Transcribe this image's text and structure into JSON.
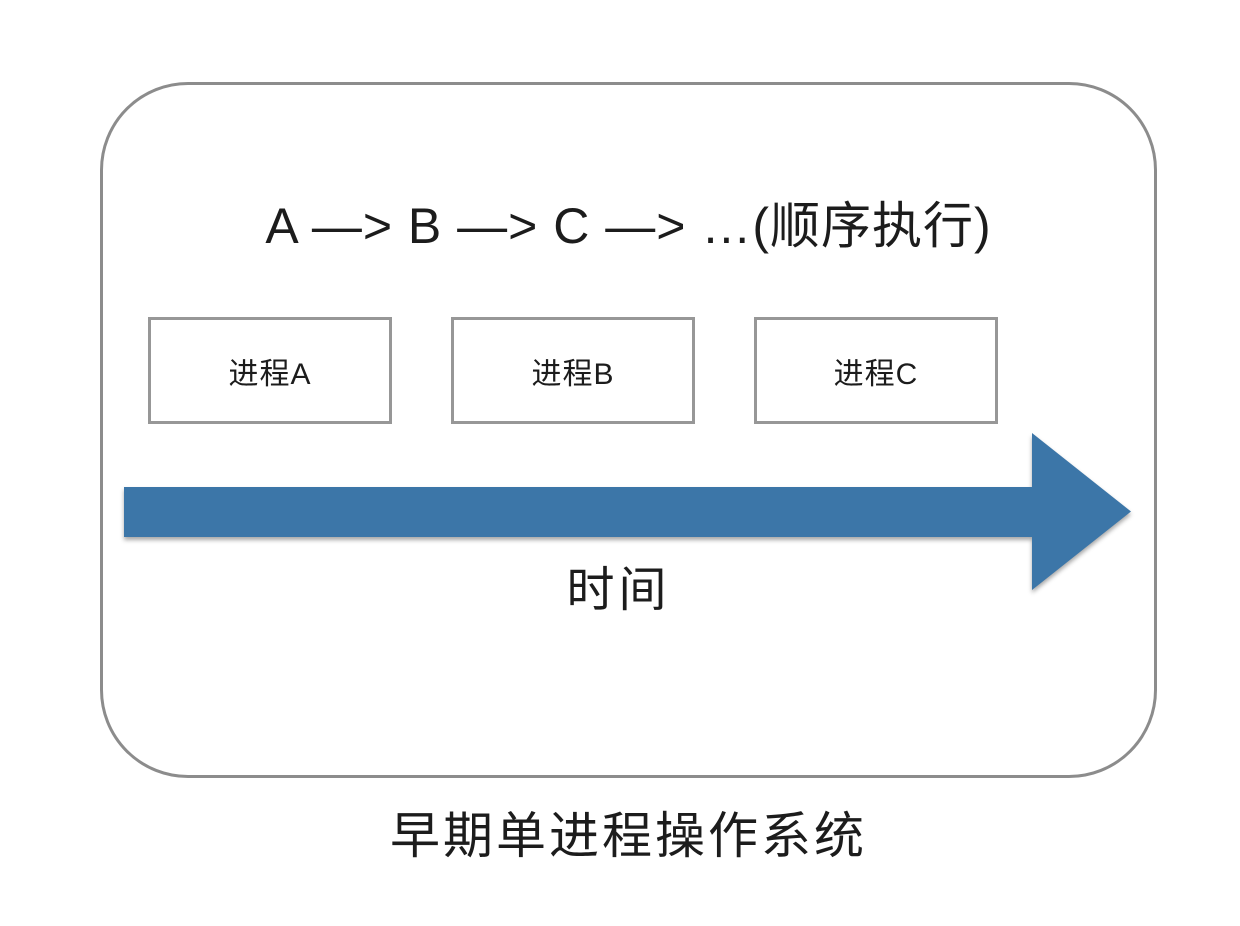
{
  "diagram": {
    "title": "A —> B —> C —> …(顺序执行)",
    "boxes": [
      {
        "label": "进程A"
      },
      {
        "label": "进程B"
      },
      {
        "label": "进程C"
      }
    ],
    "arrow_label": "时间",
    "caption": "早期单进程操作系统",
    "colors": {
      "arrow_fill": "#3c76a8",
      "frame_border": "#8c8c8c",
      "box_border": "#979797",
      "text": "#1c1c1c"
    }
  }
}
